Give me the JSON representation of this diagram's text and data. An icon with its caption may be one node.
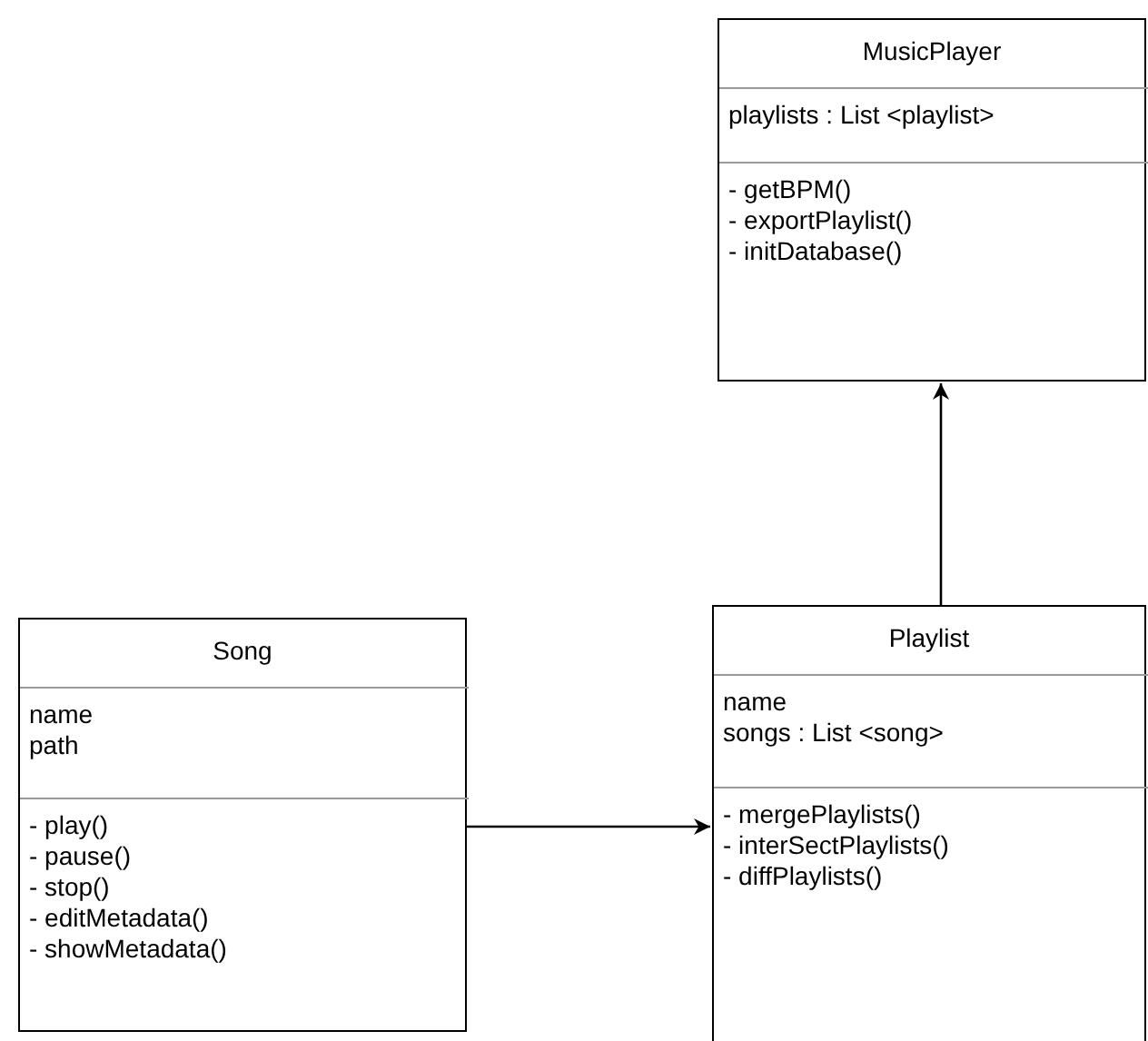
{
  "diagram": {
    "nodes": [
      {
        "text": [
          "MusicPlayer"
        ]
      },
      {
        "text": [
          "playlists : List <playlist>"
        ],
        "in": 0
      },
      {
        "text": [
          "- getBPM()",
          "- exportPlaylist()",
          "- initDatabase()"
        ],
        "in": 0
      },
      {
        "text": [
          "Song"
        ]
      },
      {
        "text": [
          "name",
          "path"
        ],
        "in": 3
      },
      {
        "text": [
          "- play()",
          "- pause()",
          "- stop()",
          "- editMetadata()",
          "- showMetadata()"
        ],
        "in": 3
      },
      {
        "text": [
          "Playlist"
        ]
      },
      {
        "text": [
          "name",
          "songs : List <song>"
        ],
        "in": 6
      },
      {
        "text": [
          "- mergePlaylists()",
          "- interSectPlaylists()",
          "- diffPlaylists()"
        ],
        "in": 6
      }
    ],
    "edges": [
      {
        "from": 3,
        "to": 6,
        "arrow": "to"
      },
      {
        "from": 6,
        "to": 0,
        "arrow": "to"
      }
    ]
  }
}
